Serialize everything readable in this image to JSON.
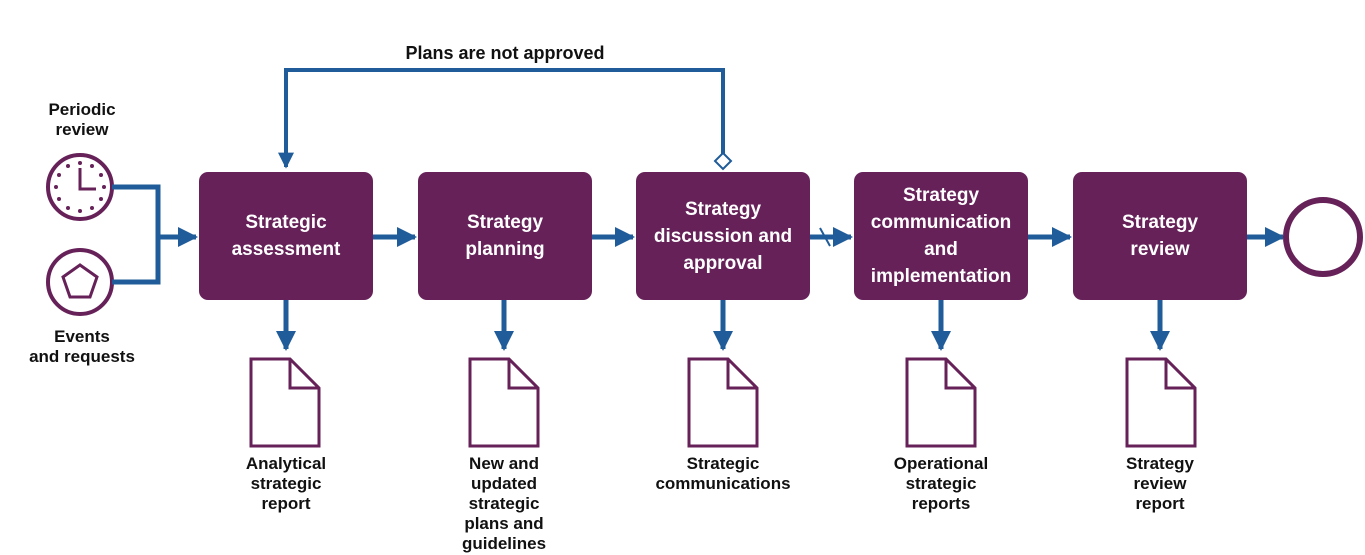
{
  "colors": {
    "box": "#662159",
    "connector": "#1f5c99",
    "document_stroke": "#662159",
    "icon_stroke": "#662159"
  },
  "loop_label": "Plans are not approved",
  "start_events": {
    "periodic": {
      "label": "Periodic\nreview",
      "icon": "clock-icon"
    },
    "requests": {
      "label": "Events\nand requests",
      "icon": "pentagon-icon"
    }
  },
  "end_event": {
    "icon": "end-circle-icon"
  },
  "steps": [
    {
      "label": "Strategic\nassessment",
      "output": "Analytical\nstrategic\nreport"
    },
    {
      "label": "Strategy\nplanning",
      "output": "New and\nupdated\nstrategic\nplans and\nguidelines"
    },
    {
      "label": "Strategy\ndiscussion and\napproval",
      "output": "Strategic\ncommunications"
    },
    {
      "label": "Strategy\ncommunication\nand\nimplementation",
      "output": "Operational\nstrategic\nreports"
    },
    {
      "label": "Strategy\nreview",
      "output": "Strategy\nreview\nreport"
    }
  ]
}
